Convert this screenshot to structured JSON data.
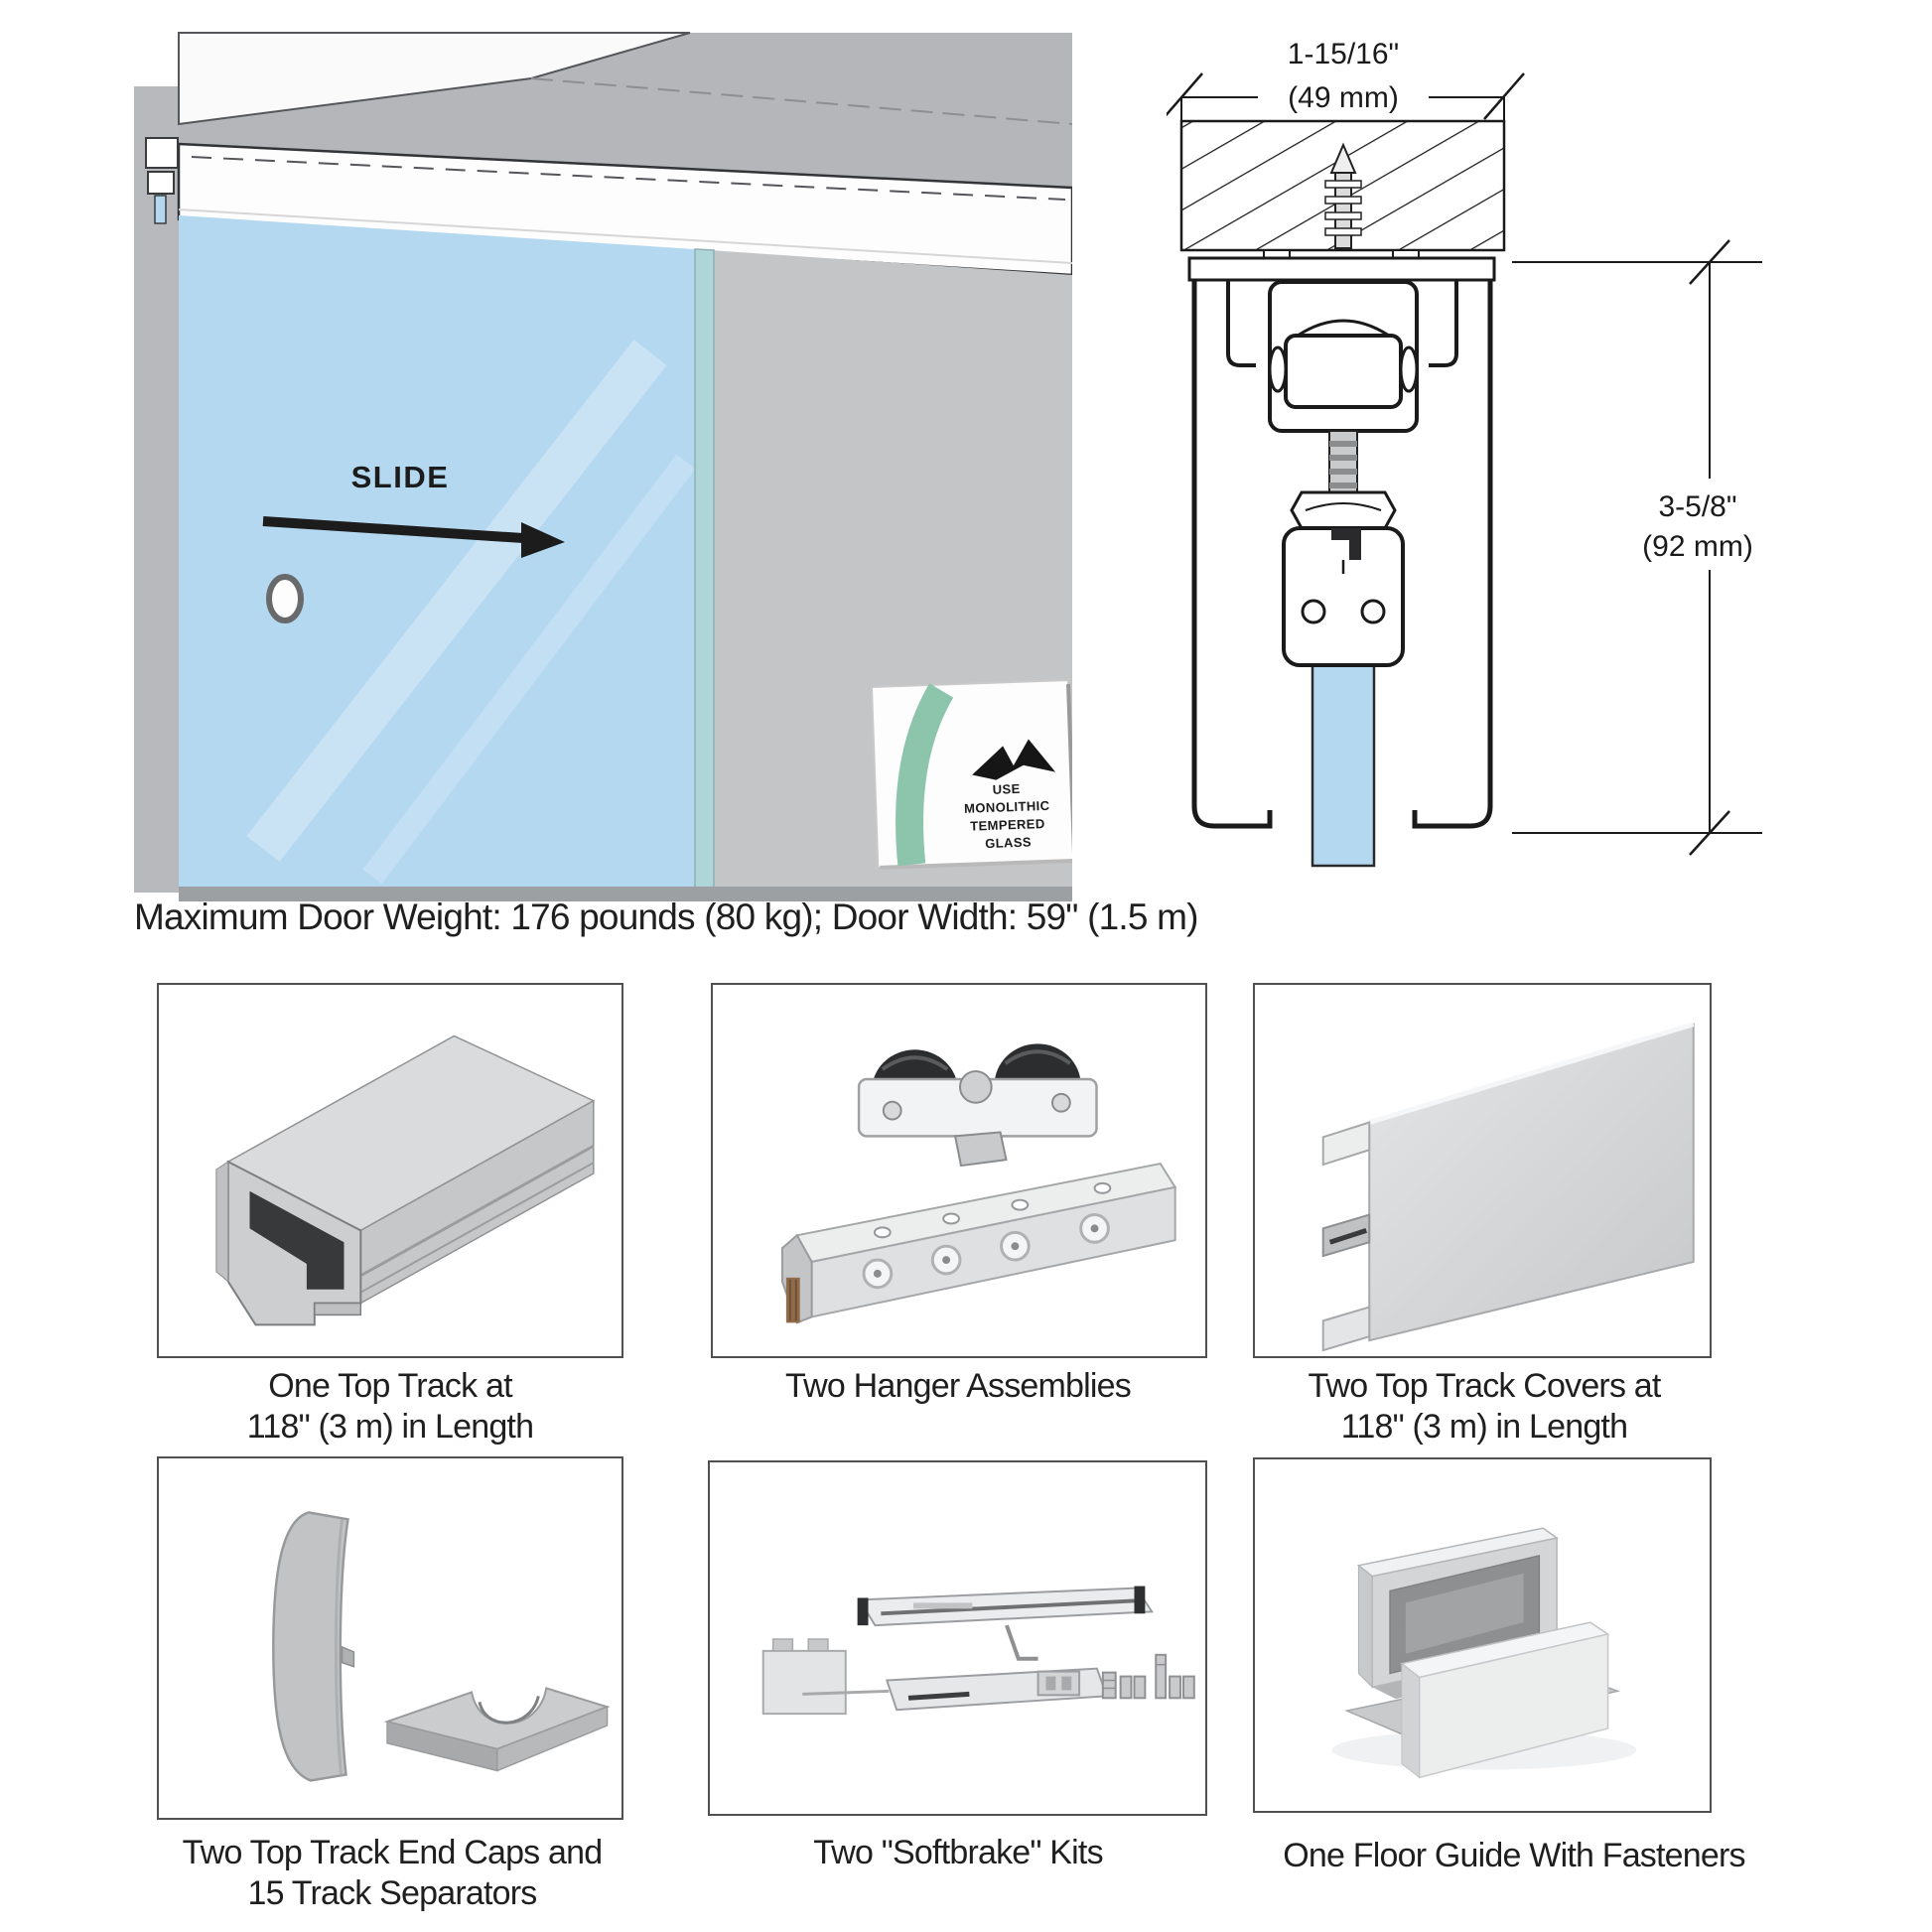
{
  "page": {
    "background": "#ffffff"
  },
  "illustration": {
    "slide_label": "SLIDE",
    "cert_label": {
      "line1": "USE",
      "line2": "MONOLITHIC",
      "line3": "TEMPERED",
      "line4": "GLASS"
    },
    "colors": {
      "glass_blue": "#b5d8f1",
      "glass_edge_teal": "#aed6d8",
      "wall_gray": "#c3c5c7",
      "ceiling_gray": "#b4b6b9",
      "header_white": "#fdfdfd",
      "cert_green": "#8cc5ab"
    }
  },
  "cross_section": {
    "width_dim_line1": "1-15/16\"",
    "width_dim_line2": "(49 mm)",
    "height_dim_line1": "3-5/8\"",
    "height_dim_line2": "(92 mm)"
  },
  "specs_line": "Maximum Door Weight: 176 pounds (80 kg); Door Width: 59\" (1.5 m)",
  "components": [
    {
      "id": "top-track",
      "caption_line1": "One Top Track at",
      "caption_line2": "118\" (3 m) in Length"
    },
    {
      "id": "hanger-assemblies",
      "caption_line1": "Two Hanger Assemblies",
      "caption_line2": ""
    },
    {
      "id": "track-covers",
      "caption_line1": "Two Top Track Covers at",
      "caption_line2": "118\" (3 m) in Length"
    },
    {
      "id": "end-caps-separators",
      "caption_line1": "Two Top Track End Caps and",
      "caption_line2": "15 Track Separators"
    },
    {
      "id": "softbrake-kits",
      "caption_line1": "Two \"Softbrake\" Kits",
      "caption_line2": ""
    },
    {
      "id": "floor-guide",
      "caption_line1": "One Floor Guide With Fasteners",
      "caption_line2": ""
    }
  ]
}
